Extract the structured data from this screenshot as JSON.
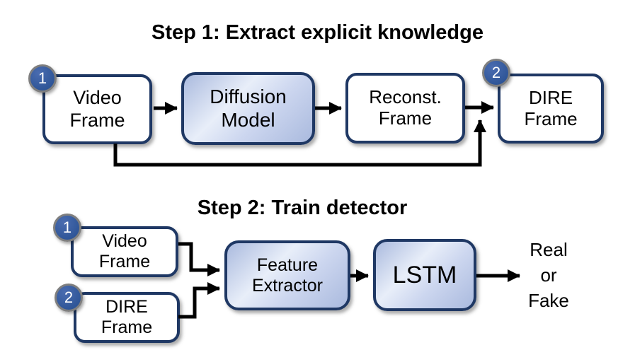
{
  "step1": {
    "title": "Step 1: Extract explicit knowledge",
    "badges": {
      "video": "1",
      "dire": "2"
    },
    "boxes": {
      "video": {
        "label": "Video\nFrame"
      },
      "diffusion": {
        "label": "Diffusion\nModel"
      },
      "reconst": {
        "label": "Reconst.\nFrame"
      },
      "dire": {
        "label": "DIRE\nFrame"
      }
    }
  },
  "step2": {
    "title": "Step 2: Train detector",
    "badges": {
      "video": "1",
      "dire": "2"
    },
    "boxes": {
      "video": {
        "label": "Video\nFrame"
      },
      "dire": {
        "label": "DIRE\nFrame"
      },
      "feature": {
        "label": "Feature\nExtractor"
      },
      "lstm": {
        "label": "LSTM"
      }
    },
    "output": {
      "label": "Real\nor\nFake"
    }
  },
  "colors": {
    "box_border": "#1f3864",
    "badge_fill": "#2e5597",
    "badge_ring": "#7f7f7f",
    "arrow": "#000000",
    "gradient_light": "#e8eef9",
    "gradient_mid": "#ccd6ef",
    "gradient_dark": "#aabade",
    "background": "#ffffff"
  }
}
